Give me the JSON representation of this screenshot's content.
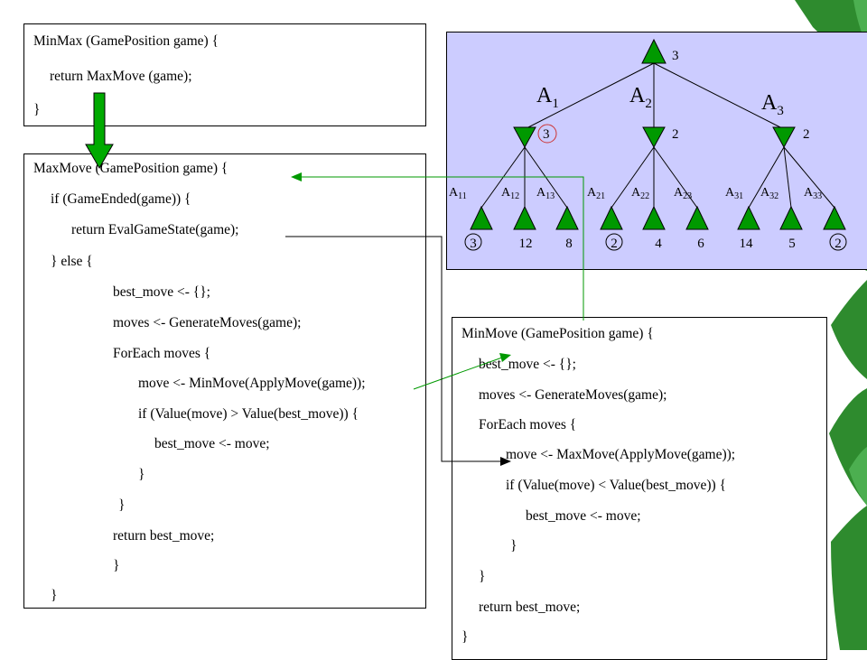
{
  "minmax": {
    "lines": [
      "MinMax (GamePosition game) {",
      "return MaxMove (game);",
      "}"
    ]
  },
  "maxmove": {
    "lines": [
      "MaxMove (GamePosition game) {",
      "if (GameEnded(game)) {",
      "return EvalGameState(game);",
      "} else {",
      "best_move <- {};",
      "moves <- GenerateMoves(game);",
      "ForEach moves {",
      "move <- MinMove(ApplyMove(game));",
      "if (Value(move) > Value(best_move)) {",
      "best_move <- move;",
      "}",
      "}",
      "return best_move;",
      "}",
      "}"
    ]
  },
  "minmove": {
    "lines": [
      "MinMove (GamePosition game) {",
      "best_move <- {};",
      "moves <- GenerateMoves(game);",
      "ForEach moves {",
      "move <- MaxMove(ApplyMove(game));",
      "if (Value(move) < Value(best_move)) {",
      "best_move <- move;",
      "}",
      "}",
      "return best_move;",
      "}"
    ]
  },
  "tree": {
    "root_value": "3",
    "mid_values": [
      "3",
      "2",
      "2"
    ],
    "top_labels": [
      {
        "base": "A",
        "sub": "1"
      },
      {
        "base": "A",
        "sub": "2"
      },
      {
        "base": "A",
        "sub": "3"
      }
    ],
    "branch_labels": [
      {
        "base": "A",
        "sub": "11"
      },
      {
        "base": "A",
        "sub": "12"
      },
      {
        "base": "A",
        "sub": "13"
      },
      {
        "base": "A",
        "sub": "21"
      },
      {
        "base": "A",
        "sub": "22"
      },
      {
        "base": "A",
        "sub": "23"
      },
      {
        "base": "A",
        "sub": "31"
      },
      {
        "base": "A",
        "sub": "32"
      },
      {
        "base": "A",
        "sub": "33"
      }
    ],
    "leaf_values": [
      "3",
      "12",
      "8",
      "2",
      "4",
      "6",
      "14",
      "5",
      "2"
    ],
    "colors": {
      "node": "#009900",
      "circle": "#cc3333",
      "panel": "#ccccff",
      "arrow": "#009900"
    }
  }
}
